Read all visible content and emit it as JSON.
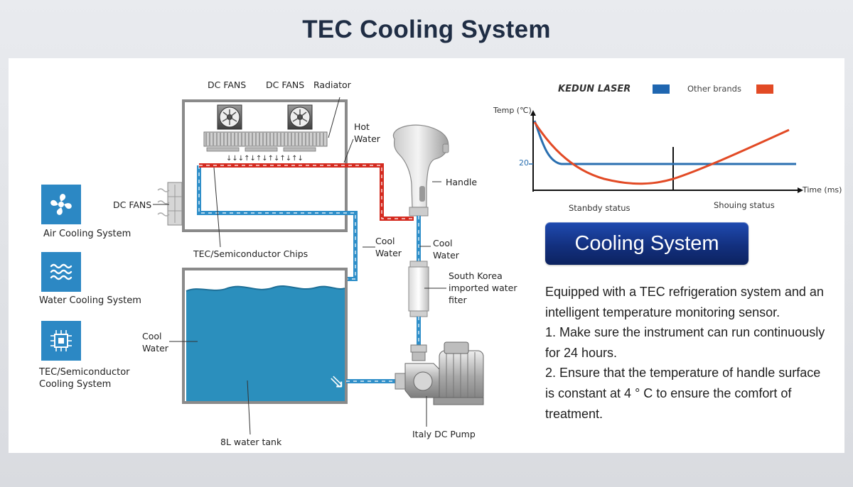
{
  "title": "TEC Cooling System",
  "diagram": {
    "labels": {
      "dc_fans_1": "DC FANS",
      "dc_fans_2": "DC FANS",
      "radiator": "Radiator",
      "hot_water": "Hot Water",
      "handle": "Handle",
      "dc_fans_side": "DC FANS",
      "tec_chips": "TEC/Semiconductor Chips",
      "cool_water_1": "Cool Water",
      "cool_water_2": "Cool Water",
      "south_korea_filter": "South Korea imported water fiter",
      "cool_water_tank": "Cool Water",
      "pump": "Italy DC Pump",
      "tank": "8L water tank"
    },
    "colors": {
      "hot": "#d42a1f",
      "cool": "#2f8fc9",
      "water": "#2b8fbd",
      "frame": "#8a8a8a"
    }
  },
  "sidebar": {
    "items": [
      {
        "icon": "fan-icon",
        "label": "Air Cooling System"
      },
      {
        "icon": "water-waves-icon",
        "label": "Water Cooling System"
      },
      {
        "icon": "chip-icon",
        "label": "TEC/Semiconductor Cooling System"
      }
    ],
    "icon_color": "#2c88c4"
  },
  "chart_data": {
    "type": "line",
    "title": "",
    "xlabel": "Time (ms)",
    "ylabel": "Temp (℃)",
    "y_ticks": [
      "20"
    ],
    "legend": [
      {
        "name": "KEDUN LASER",
        "color": "#1f66b0"
      },
      {
        "name": "Other brands",
        "color": "#e24a25"
      }
    ],
    "legend_position": "top",
    "phases": [
      "Stanbdy status",
      "Shouing status"
    ],
    "series": [
      {
        "name": "KEDUN LASER",
        "color": "#2a6fb0",
        "shape": "drops quickly from high start then stays flat at 20"
      },
      {
        "name": "Other brands",
        "color": "#e24a25",
        "shape": "drops slowly below 20 reaching minimum near standby end then rises steadily during showing status"
      }
    ]
  },
  "cooling_button": {
    "label": "Cooling System"
  },
  "description": {
    "lines": [
      "Equipped with a TEC refrigeration system and an intelligent temperature monitoring sensor.",
      "1. Make sure the instrument can run continuously for 24 hours.",
      "2. Ensure that the temperature of handle surface is constant at 4 ° C to ensure the comfort of treatment."
    ]
  }
}
